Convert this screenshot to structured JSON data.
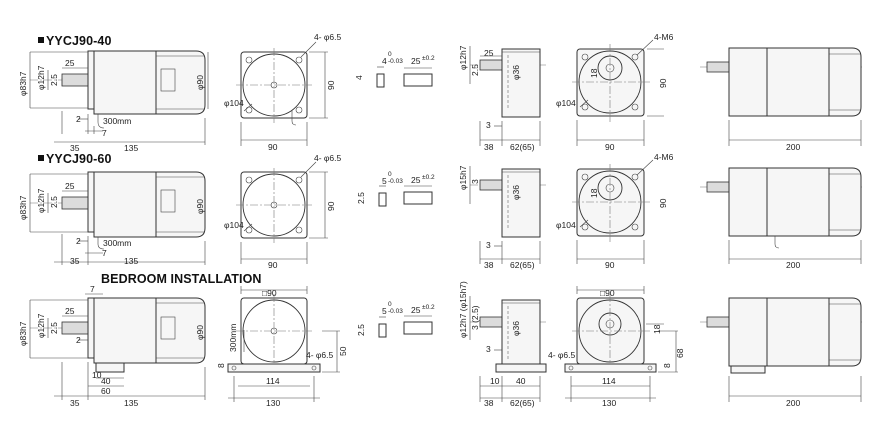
{
  "sections": {
    "s1": {
      "title": "YYCJ90-40"
    },
    "s2": {
      "title": "YYCJ90-60"
    },
    "s3": {
      "title": "BEDROOM INSTALLATION"
    }
  },
  "labels": {
    "phi83": "φ83h7",
    "phi12": "φ12h7",
    "phi15": "φ15h7",
    "phi12over15": "φ12h7 (φ15h7)",
    "phi90": "φ90",
    "phi104": "φ104",
    "phi36": "φ36",
    "phi65_4": "4- φ6.5",
    "m6_4": "4-M6",
    "dim25": "25",
    "dim2_5": "2.5",
    "dim2": "2",
    "dim7": "7",
    "dim35": "35",
    "dim135": "135",
    "dim90": "90",
    "dim3": "3",
    "dim3_25": "3 (2.5)",
    "dim38": "38",
    "dim62": "62(65)",
    "dim200": "200",
    "dim18": "18",
    "dim8": "8",
    "dim10": "10",
    "dim40": "40",
    "dim60": "60",
    "dim50": "50",
    "dim68": "68",
    "dim114": "114",
    "dim130": "130",
    "sq90": "□90",
    "lead": "300mm",
    "key4": "4",
    "key4tol": "0\n-0.03",
    "key5": "5",
    "key25": "25",
    "key25tol": "±0.2"
  }
}
